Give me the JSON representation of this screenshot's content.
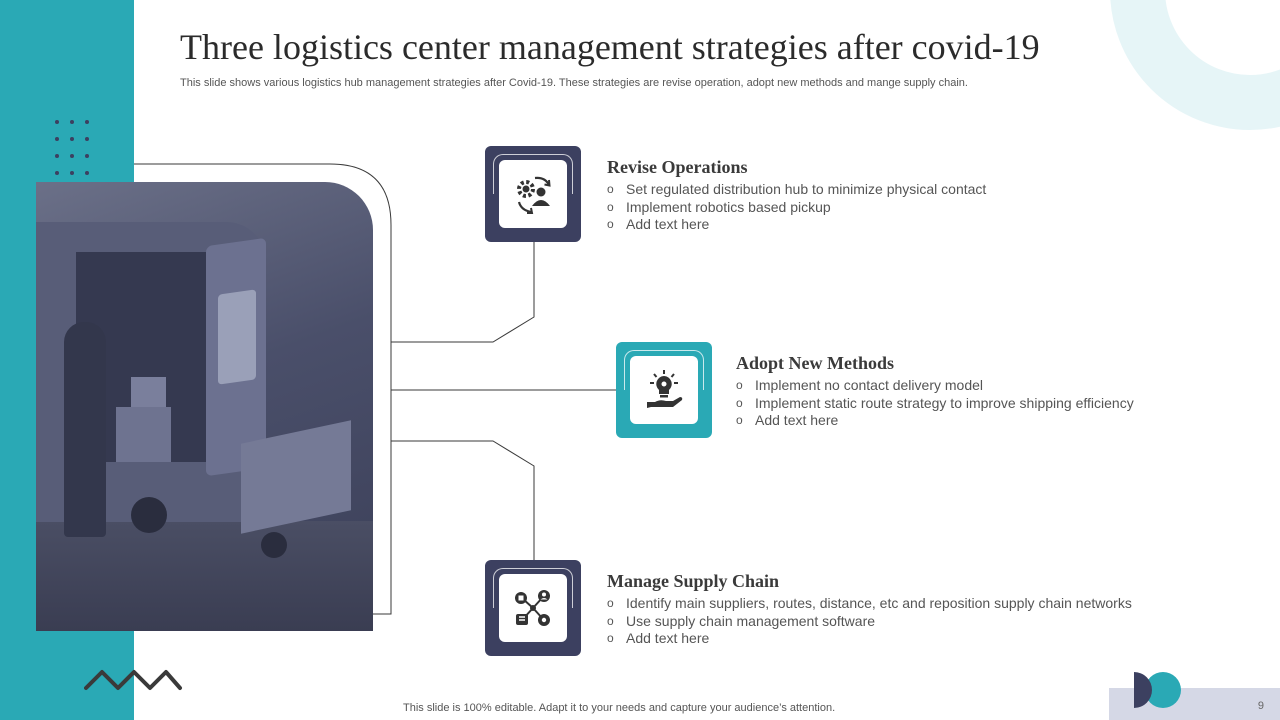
{
  "slide": {
    "title": "Three logistics center management strategies after covid-19",
    "subtitle": "This slide shows various logistics hub management strategies after Covid-19. These strategies are revise operation, adopt new methods and mange supply chain.",
    "footer_note": "This slide is 100% editable. Adapt it to your needs and capture your audience’s attention.",
    "page_number": "9"
  },
  "colors": {
    "teal": "#2aa9b5",
    "navy": "#3c4060",
    "light_teal": "#e6f5f7",
    "page_bar": "#d5d8e6"
  },
  "strategies": [
    {
      "title": "Revise Operations",
      "icon": "gear-person-cycle-icon",
      "points": [
        "Set regulated distribution hub to minimize physical contact",
        "Implement robotics based pickup",
        "Add text here"
      ]
    },
    {
      "title": "Adopt New Methods",
      "icon": "lightbulb-hand-icon",
      "points": [
        "Implement no contact delivery model",
        "Implement static route strategy to improve shipping efficiency",
        "Add text here"
      ]
    },
    {
      "title": "Manage Supply Chain",
      "icon": "supply-network-icon",
      "points": [
        "Identify main suppliers, routes, distance, etc and reposition supply chain networks",
        "Use supply chain management software",
        "Add text here"
      ]
    }
  ]
}
